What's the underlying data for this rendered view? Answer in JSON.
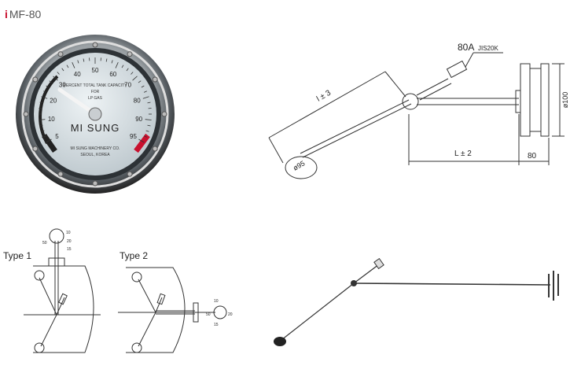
{
  "header": {
    "icon_char": "i",
    "model": "MF-80"
  },
  "gauge": {
    "brand": "MI SUNG",
    "line1": "PERCENT TOTAL TANK CAPACITY",
    "line2": "FOR",
    "line3": "LP GAS",
    "maker": "MI SUNG MACHINERY CO.",
    "city": "SEOUL, KOREA",
    "scale": [
      "5",
      "10",
      "20",
      "30",
      "40",
      "50",
      "60",
      "70",
      "80",
      "90",
      "95"
    ],
    "colors": {
      "dial": "#dfe6ea",
      "red_zone": "#c8102e",
      "needle": "#f2f2f2"
    }
  },
  "dimension": {
    "port": "80A",
    "port_std": "JIS20K",
    "arm": "l ± 3",
    "float_dia": "ø95",
    "length": "L ± 2",
    "flange_dia": "ø100",
    "flange_w": "80"
  },
  "types": {
    "type1": "Type 1",
    "type2": "Type 2",
    "t1_marks": [
      "10",
      "50",
      "20",
      "15"
    ],
    "t2_marks": [
      "10",
      "50",
      "20",
      "15"
    ]
  }
}
